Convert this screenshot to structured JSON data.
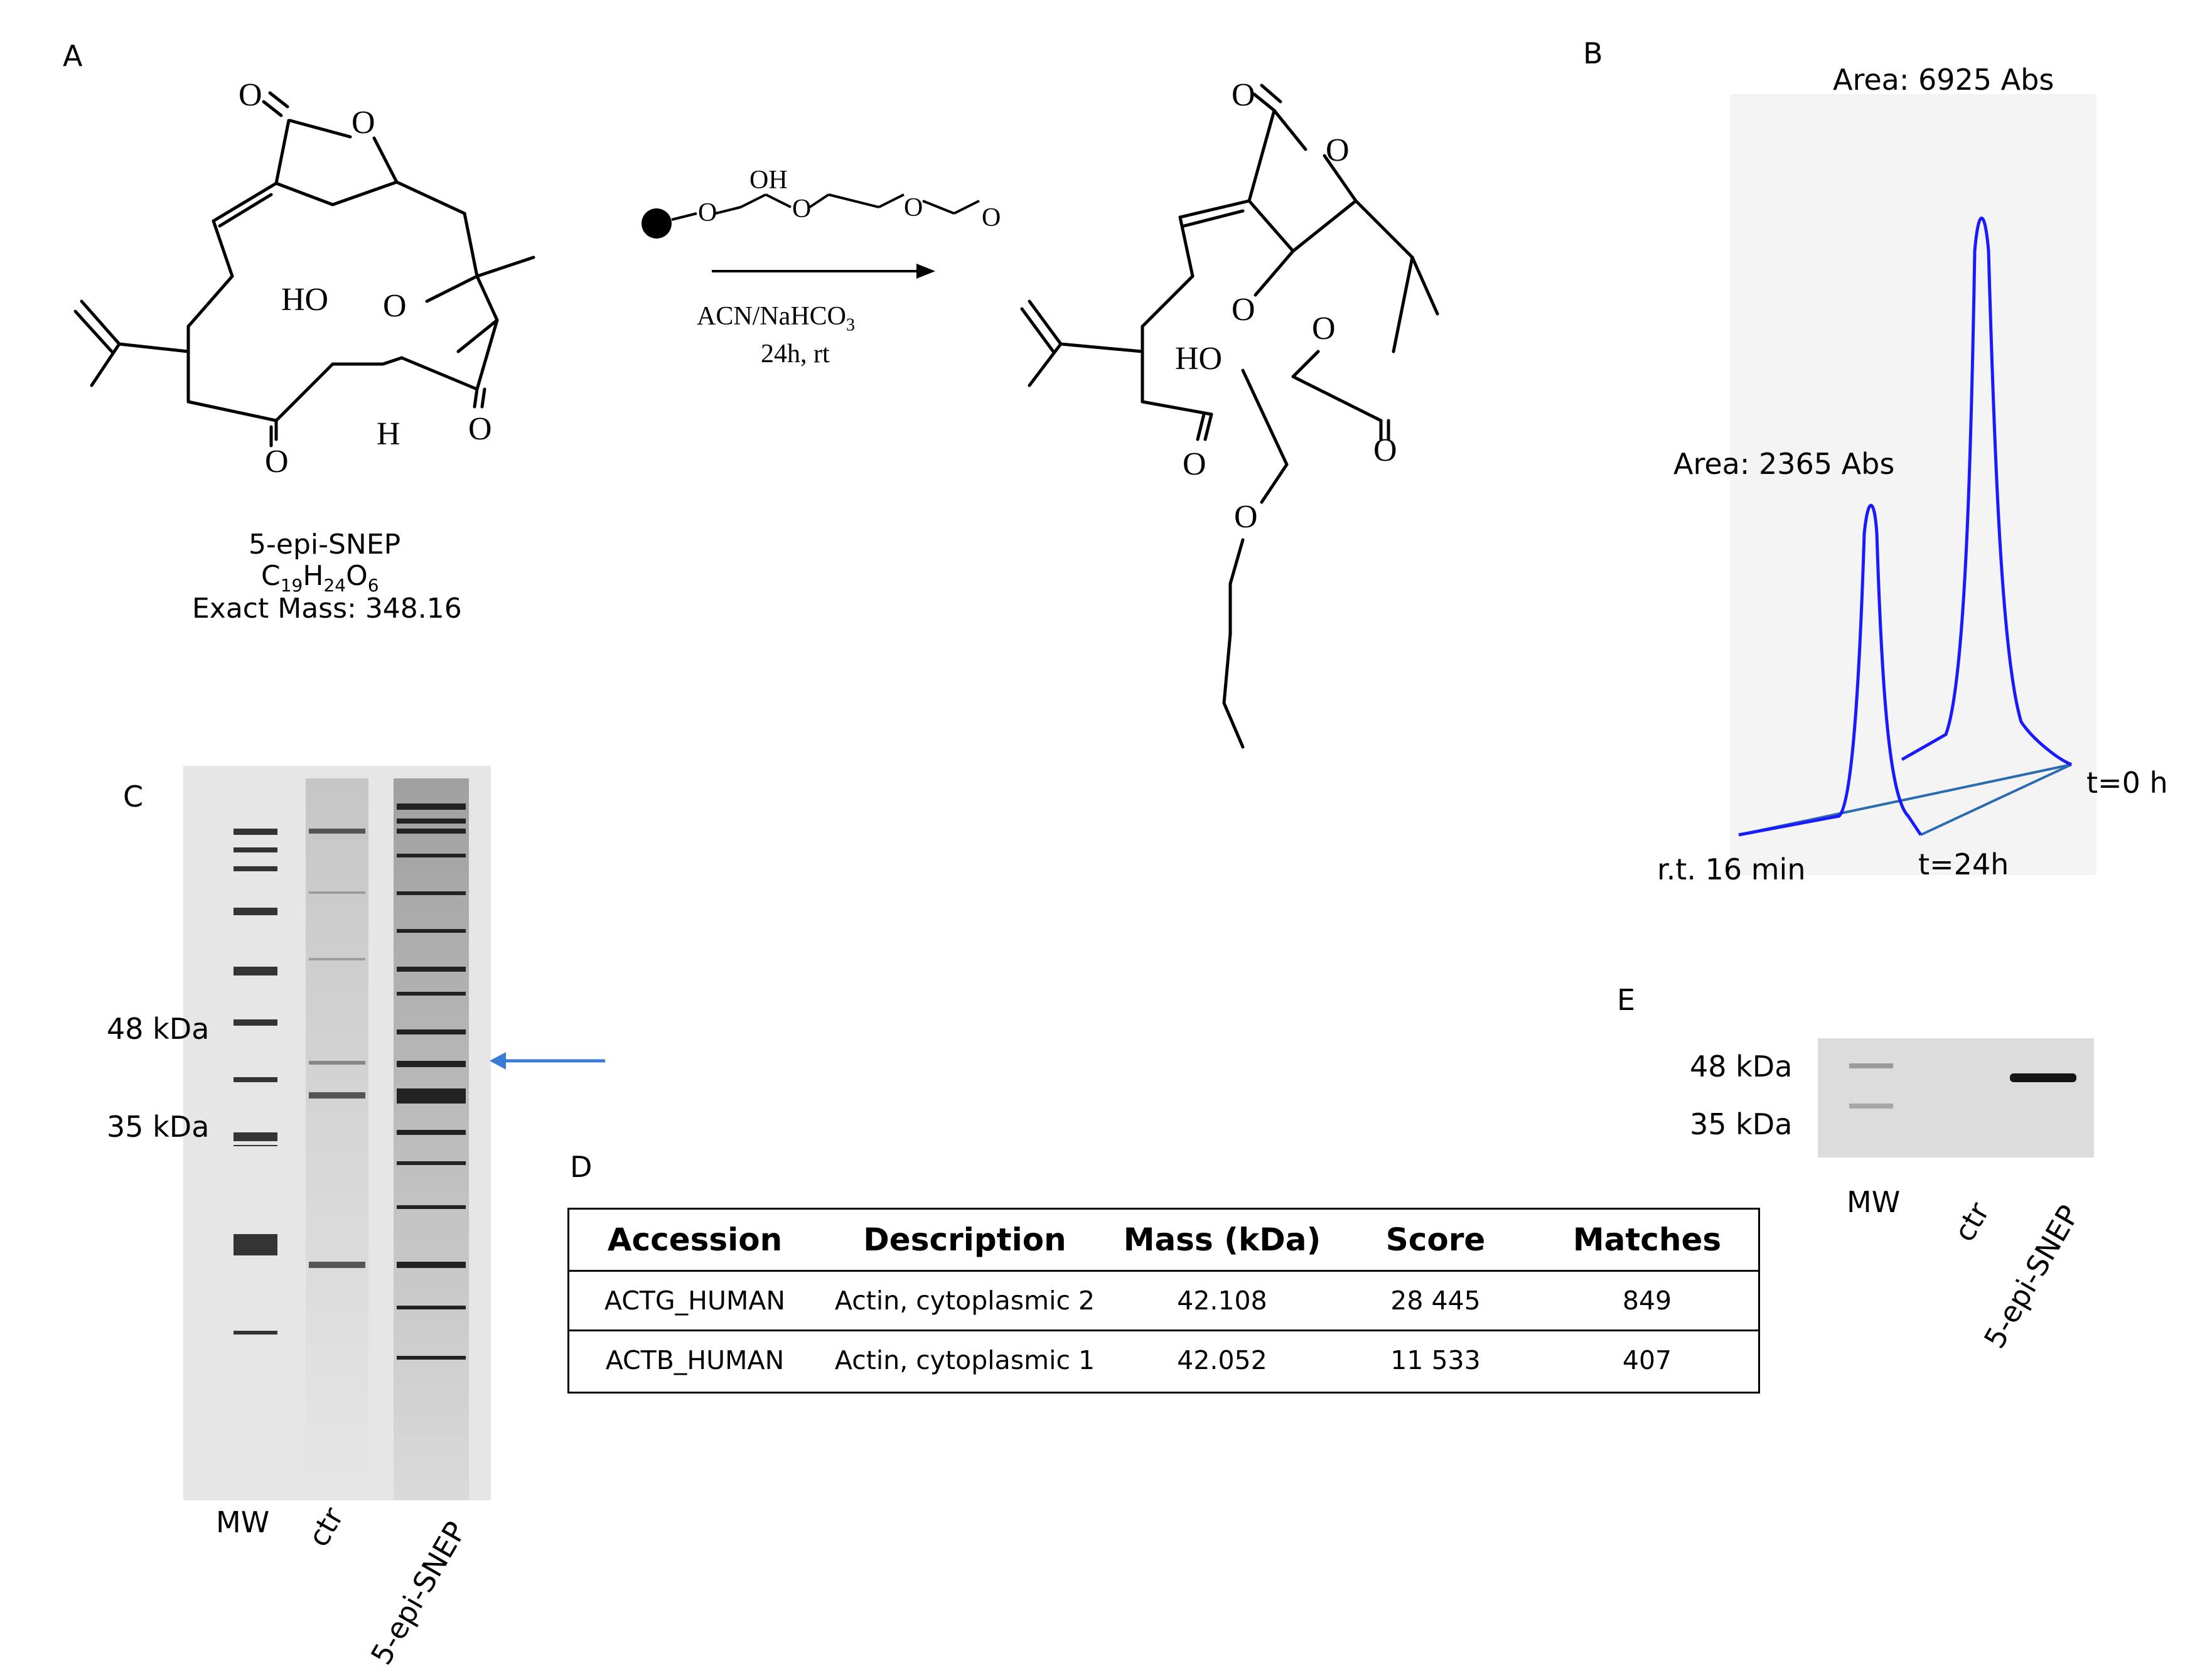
{
  "panels": {
    "a": "A",
    "b": "B",
    "c": "C",
    "d": "D",
    "e": "E"
  },
  "panel_a": {
    "compound_name": "5-epi-SNEP",
    "formula_parts": [
      "C",
      "19",
      "H",
      "24",
      "O",
      "6"
    ],
    "exact_mass": "Exact Mass: 348.16",
    "reagent_line1": "ACN/NaHCO",
    "reagent_sub": "3",
    "reagent_line2": "24h, rt",
    "atoms": {
      "O": "O",
      "OH": "OH",
      "HO": "HO",
      "H": "H"
    }
  },
  "panel_b": {
    "peak1_area": "Area: 2365 Abs",
    "peak2_area": "Area: 6925 Abs",
    "rt_label": "r.t. 16 min",
    "t24_label": "t=24h",
    "t0_label": "t=0 h",
    "line_color": "#1a1aff",
    "axis_color": "#2b6cb0",
    "background": "#f4f4f4"
  },
  "panel_c": {
    "mw_48": "48 kDa",
    "mw_35": "35 kDa",
    "lanes": [
      "MW",
      "ctr",
      "5-epi-SNEP"
    ],
    "arrow_color": "#3a7bd5"
  },
  "panel_d": {
    "headers": [
      "Accession",
      "Description",
      "Mass (kDa)",
      "Score",
      "Matches"
    ],
    "rows": [
      [
        "ACTG_HUMAN",
        "Actin, cytoplasmic 2",
        "42.108",
        "28 445",
        "849"
      ],
      [
        "ACTB_HUMAN",
        "Actin, cytoplasmic 1",
        "42.052",
        "11 533",
        "407"
      ]
    ]
  },
  "panel_e": {
    "mw_48": "48 kDa",
    "mw_35": "35 kDa",
    "lanes": [
      "MW",
      "ctr",
      "5-epi-SNEP"
    ]
  }
}
